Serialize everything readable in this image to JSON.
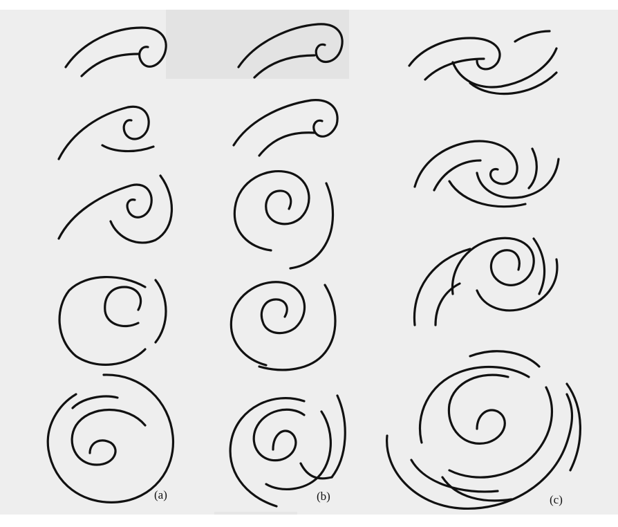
{
  "figure": {
    "labels": {
      "a": "(a)",
      "b": "(b)",
      "c": "(c)"
    },
    "stroke_color": "#111111",
    "background_color": "#eeeeee"
  }
}
